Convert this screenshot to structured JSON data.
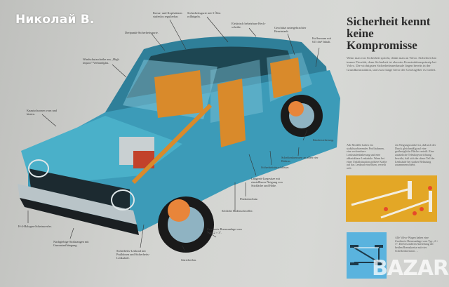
{
  "seller_name": "Николай В.",
  "headline": {
    "line1": "Sicherheit kennt",
    "line2": "keine",
    "line3": "Kompromisse"
  },
  "intro_text": "Wenn man von Sicherheit spricht, denkt man an Volvo. Sicherheit hat immer Priorität, denn Sicherheit ist oberstes Konstruktionsprinzip bei Volvo. Die wichtigsten Sicherheitsmerkmale liegen bereits in der Grundkonstruktion, und zwar lange bevor der Gesetzgeber es fordert.",
  "column_texts": [
    "Alle Modelle haben ein stoßabsorbierendes Profilrahmen, eine verformbare Lenksäulenhalterung und eine abknickbare Lenksäule. Wenn bei einer Unfallsituation größere Kräfte auf das Lenkrad einwirken, verteilt sich",
    "ein Neigungswinkel ist, daß sich der Druck gleichmäßig auf eine großmögliche Fläche verteilt. Eine zusätzliche Teleskopvorrichtung bewirkt, daß sich der obere Teil der Lenksäule bei starker Belastung zusammenschiebt.",
    "Alle Volvo-Wagen haben eine Zweikreis-Bremsanlage vom Typ „2 × 3\". Die besonderen Aufteilung der beiden Bremskreise mit vier Scheibenbremsen …"
  ],
  "callouts": [
    {
      "id": "head-restraints",
      "text": "Kreuz- und Kopfstützen\nstufenlos regulierbar."
    },
    {
      "id": "seatbelts",
      "text": "Sicherheitsgurte mit 3 Ölen\nrollbügeln."
    },
    {
      "id": "rear-window",
      "text": "Elektrisch beheizbare Heck-\nscheibe."
    },
    {
      "id": "fuel-tank",
      "text": "Geschützt untergebrachter\nBenzintank."
    },
    {
      "id": "trunk",
      "text": "Kofferraum mit\n615 dm³ Inhalt."
    },
    {
      "id": "three-point-belts",
      "text": "Dreipunkt-Sicherheitsgurte."
    },
    {
      "id": "windshield",
      "text": "Windschutzscheibe aus „High\nimpact\"-Verbundglas."
    },
    {
      "id": "crumple-zones",
      "text": "Knautschzonen vorn und\nhinten."
    },
    {
      "id": "child-lock",
      "text": "Kindersicherung."
    },
    {
      "id": "disc-brakes",
      "text": "Scheibenbremsen an allen vier\nRädern."
    },
    {
      "id": "door-locks",
      "text": "Sicherheitstürschlösser."
    },
    {
      "id": "seats",
      "text": "Langzeit-Liegesitze mit\neinstellbarer Neigung von\nSitzfläche und Höhe."
    },
    {
      "id": "side-beams",
      "text": "Flankenschutz."
    },
    {
      "id": "side-sills",
      "text": "Seitliche Bodenschweller."
    },
    {
      "id": "dual-circuit-brakes",
      "text": "Zweikreis-Bremsanlage vom\nTyp „2 × 3\"."
    },
    {
      "id": "belted-tyres",
      "text": "Gürtelreifen."
    },
    {
      "id": "steering-wheel",
      "text": "Sicherheits-Lenkrad mit\nPralldosen und Sicherheits-\nLenksäule."
    },
    {
      "id": "bumpers",
      "text": "Nachgiebige Stoßstangen mit\nGummiaufhängung."
    },
    {
      "id": "halogen-lights",
      "text": "H-4-Halogen-Scheinwerfer."
    }
  ],
  "watermark": "BAZAR",
  "colors": {
    "paper": "#d3d4d1",
    "car_body": "#3c9bb8",
    "car_dark": "#1f3f49",
    "interior": "#d98a2b",
    "panel_yellow": "#e3a726",
    "panel_blue": "#5ab3de",
    "seller_text": "#ffffff"
  }
}
